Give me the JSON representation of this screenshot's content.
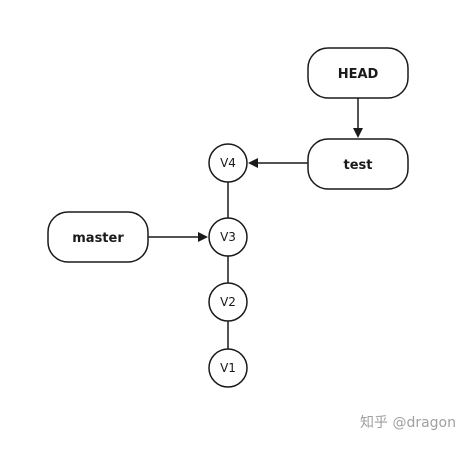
{
  "diagram": {
    "refs": {
      "head": "HEAD",
      "test": "test",
      "master": "master"
    },
    "commits": {
      "v4": "V4",
      "v3": "V3",
      "v2": "V2",
      "v1": "V1"
    }
  },
  "watermark": "知乎 @dragon"
}
